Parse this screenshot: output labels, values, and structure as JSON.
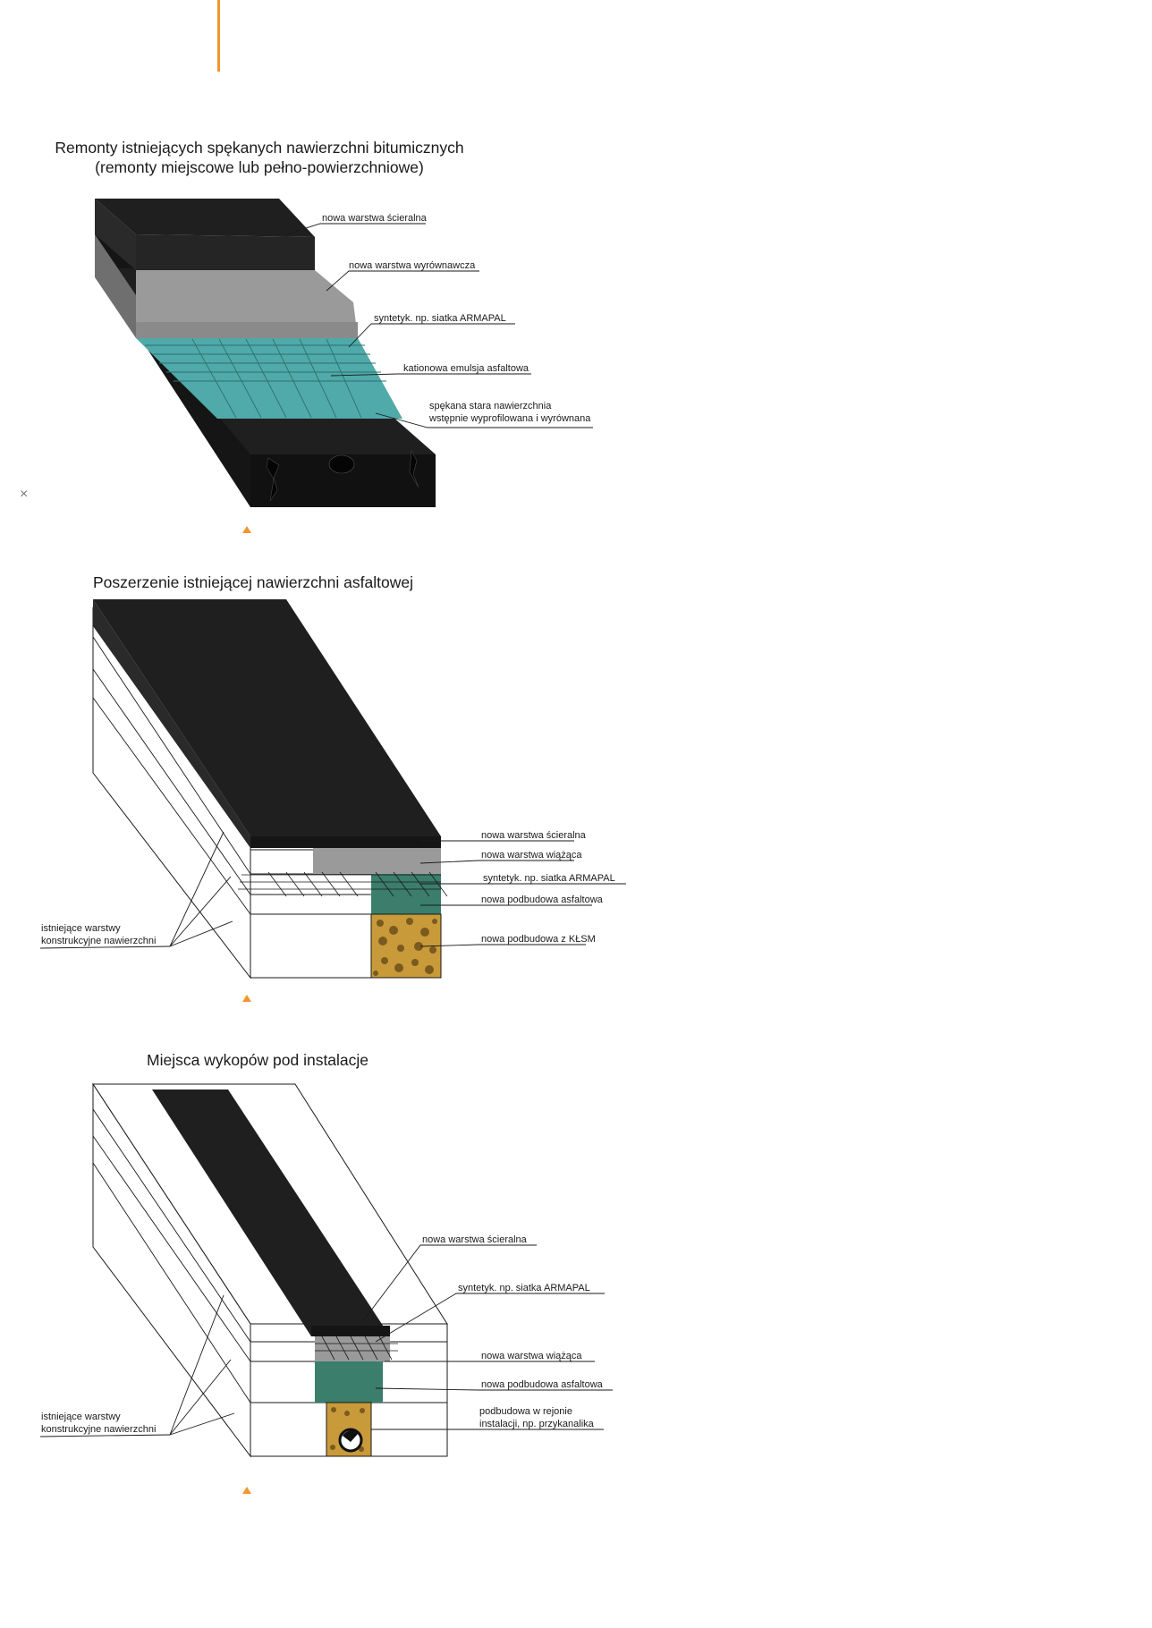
{
  "colors": {
    "accent": "#f0962b",
    "asphalt": "#1f1f1f",
    "binder": "#9a9a9a",
    "emulsion": "#4faaa9",
    "base": "#3a7e6b",
    "aggregate": "#c89a3a"
  },
  "page": {
    "close_glyph": "×",
    "marker_glyph": "▲"
  },
  "figures": [
    {
      "title_line1": "Remonty istniejących spękanych nawierzchni bitumicznych",
      "title_line2": "(remonty miejscowe lub pełno-powierzchniowe)",
      "labels": [
        "nowa warstwa ścieralna",
        "nowa warstwa wyrównawcza",
        "syntetyk. np. siatka ARMAPAL",
        "kationowa emulsja asfaltowa",
        "spękana stara nawierzchnia",
        "wstępnie wyprofilowana i wyrównana"
      ]
    },
    {
      "title": "Poszerzenie istniejącej nawierzchni asfaltowej",
      "labels": [
        "nowa warstwa ścieralna",
        "nowa warstwa wiążąca",
        "syntetyk. np. siatka ARMAPAL",
        "nowa podbudowa asfaltowa",
        "nowa podbudowa z KŁSM"
      ],
      "left_label_line1": "istniejące warstwy",
      "left_label_line2": "konstrukcyjne nawierzchni"
    },
    {
      "title": "Miejsca wykopów pod instalacje",
      "labels": [
        "nowa warstwa ścieralna",
        "syntetyk. np. siatka ARMAPAL",
        "nowa warstwa wiążąca",
        "nowa podbudowa asfaltowa",
        "podbudowa w rejonie",
        "instalacji, np. przykanalika"
      ],
      "left_label_line1": "istniejące warstwy",
      "left_label_line2": "konstrukcyjne nawierzchni"
    }
  ]
}
